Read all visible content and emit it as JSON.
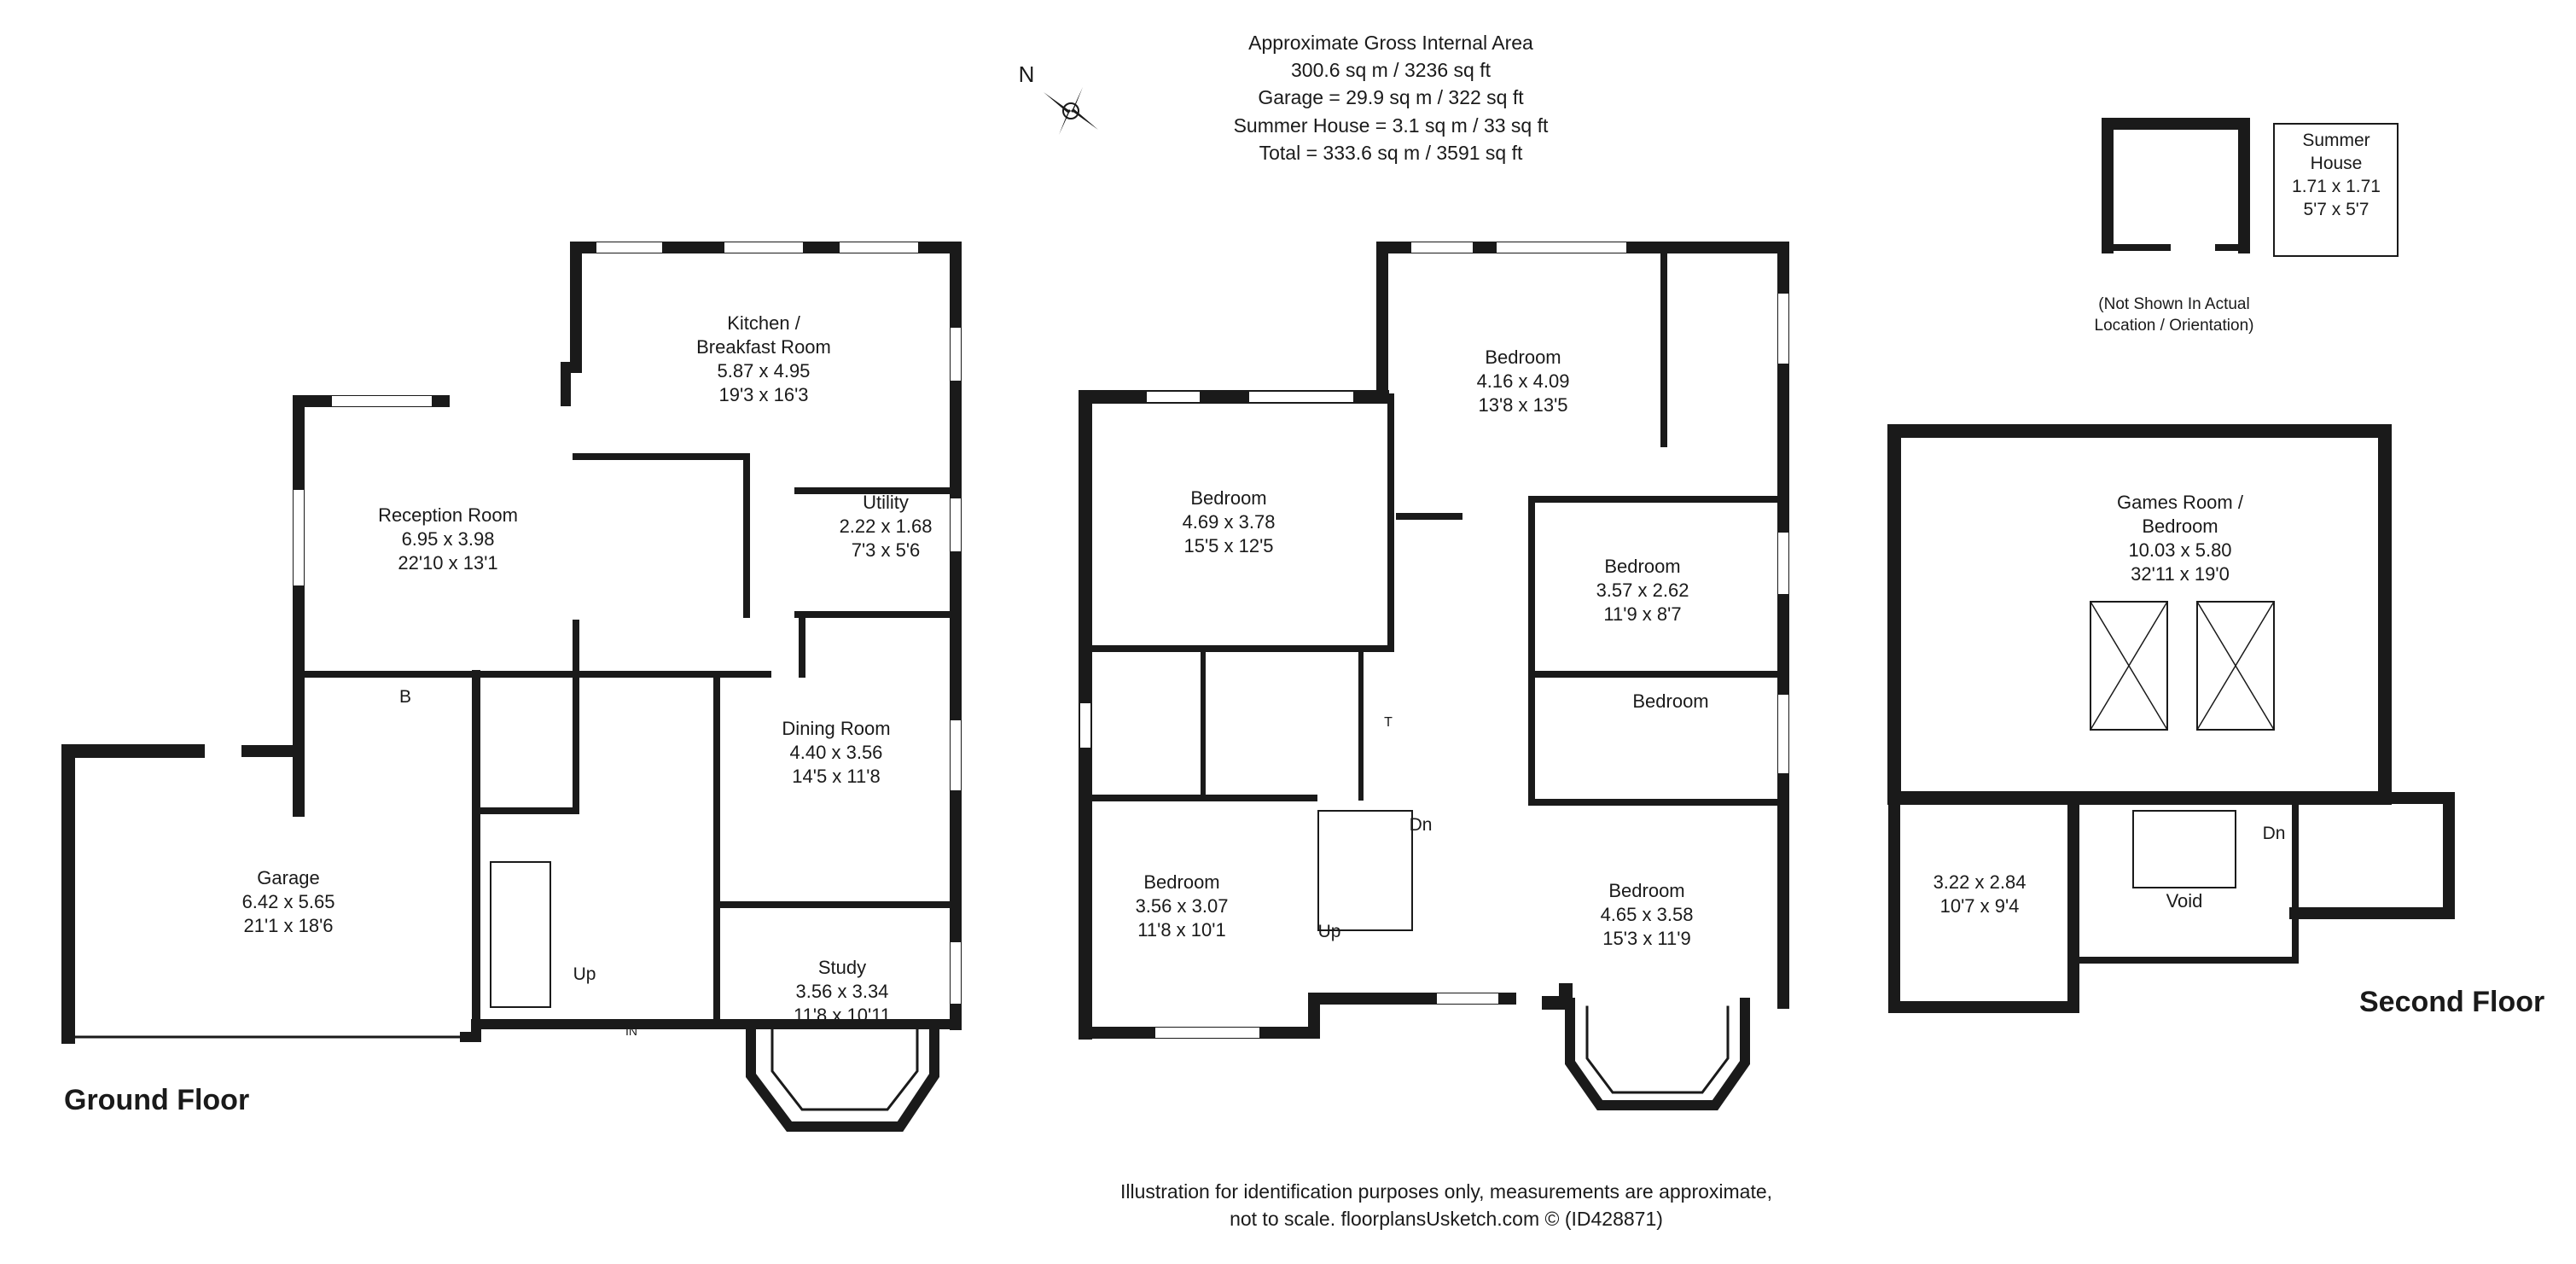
{
  "area": {
    "line1": "Approximate Gross Internal Area",
    "line2": "300.6 sq m / 3236 sq ft",
    "line3": "Garage = 29.9 sq m / 322 sq ft",
    "line4": "Summer House = 3.1 sq m / 33 sq ft",
    "line5": "Total = 333.6 sq m / 3591 sq ft"
  },
  "compass_label": "N",
  "floors": {
    "ground": "Ground Floor",
    "second": "Second Floor"
  },
  "rooms": {
    "kitchen": {
      "name": "Kitchen /",
      "name2": "Breakfast Room",
      "metric": "5.87 x 4.95",
      "imperial": "19'3 x 16'3"
    },
    "reception": {
      "name": "Reception Room",
      "metric": "6.95 x 3.98",
      "imperial": "22'10 x 13'1"
    },
    "utility": {
      "name": "Utility",
      "metric": "2.22 x 1.68",
      "imperial": "7'3 x 5'6"
    },
    "dining": {
      "name": "Dining Room",
      "metric": "4.40 x 3.56",
      "imperial": "14'5 x 11'8"
    },
    "garage": {
      "name": "Garage",
      "metric": "6.42 x 5.65",
      "imperial": "21'1 x 18'6"
    },
    "study": {
      "name": "Study",
      "metric": "3.56 x 3.34",
      "imperial": "11'8 x 10'11"
    },
    "bed1": {
      "name": "Bedroom",
      "metric": "4.69 x 3.78",
      "imperial": "15'5 x 12'5"
    },
    "bed2": {
      "name": "Bedroom",
      "metric": "4.16 x 4.09",
      "imperial": "13'8 x 13'5"
    },
    "bed3": {
      "name": "Bedroom",
      "metric": "3.57 x 2.62",
      "imperial": "11'9 x 8'7"
    },
    "bed4": {
      "name": "Bedroom"
    },
    "bed5": {
      "name": "Bedroom",
      "metric": "3.56 x 3.07",
      "imperial": "11'8 x 10'1"
    },
    "bed6": {
      "name": "Bedroom",
      "metric": "4.65 x 3.58",
      "imperial": "15'3 x 11'9"
    },
    "games": {
      "name": "Games Room /",
      "name2": "Bedroom",
      "metric": "10.03 x 5.80",
      "imperial": "32'11 x 19'0"
    },
    "loft": {
      "metric": "3.22 x 2.84",
      "imperial": "10'7 x 9'4"
    },
    "void": {
      "name": "Void"
    },
    "summer": {
      "name": "Summer",
      "name2": "House",
      "metric": "1.71 x 1.71",
      "imperial": "5'7 x 5'7"
    }
  },
  "markers": {
    "boiler": "B",
    "up_ground": "Up",
    "in": "IN",
    "dn_first": "Dn",
    "up_first": "Up",
    "t": "T",
    "dn_second": "Dn"
  },
  "summer_note": {
    "line1": "(Not Shown In Actual",
    "line2": "Location / Orientation)"
  },
  "footer": {
    "line1": "Illustration for identification purposes only, measurements are approximate,",
    "line2": "not to scale. floorplansUsketch.com ©  (ID428871)"
  }
}
